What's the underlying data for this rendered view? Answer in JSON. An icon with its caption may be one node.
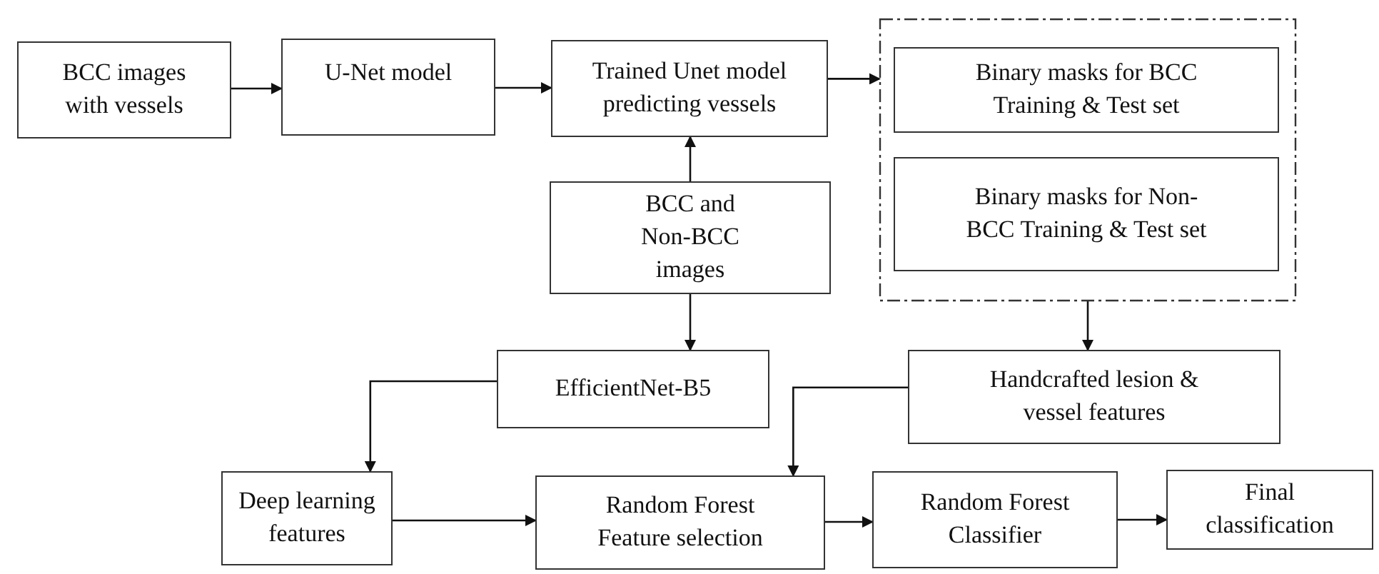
{
  "diagram": {
    "nodes": [
      {
        "text": [
          "BCC images with vessels"
        ]
      },
      {
        "text": [
          "U-Net model"
        ]
      },
      {
        "text": [
          "Trained Unet model predicting vessels"
        ]
      },
      {
        "text": [],
        "shape": "box"
      },
      {
        "text": [
          "Binary masks for BCC Training & Test set"
        ],
        "in": 3
      },
      {
        "text": [
          "Binary masks for Non-BCC Training & Test set"
        ],
        "in": 3
      },
      {
        "text": [
          "BCC and Non-BCC images"
        ]
      },
      {
        "text": [
          "EfficientNet-B5"
        ]
      },
      {
        "text": [
          "Handcrafted lesion & vessel features"
        ]
      },
      {
        "text": [
          "Deep learning features"
        ]
      },
      {
        "text": [
          "Random Forest Feature selection"
        ]
      },
      {
        "text": [
          "Random Forest Classifier"
        ]
      },
      {
        "text": [
          "Final classification"
        ]
      }
    ],
    "edges": [
      {
        "from": 0,
        "to": 1,
        "arrow": "to"
      },
      {
        "from": 1,
        "to": 2,
        "arrow": "to"
      },
      {
        "from": 2,
        "to": 3,
        "arrow": "to"
      },
      {
        "from": 6,
        "to": 2,
        "arrow": "to"
      },
      {
        "from": 6,
        "to": 7,
        "arrow": "to"
      },
      {
        "from": 3,
        "to": 8,
        "arrow": "to"
      },
      {
        "from": 7,
        "to": 9,
        "arrow": "to"
      },
      {
        "from": 8,
        "to": 10,
        "arrow": "to"
      },
      {
        "from": 9,
        "to": 10,
        "arrow": "to"
      },
      {
        "from": 10,
        "to": 11,
        "arrow": "to"
      },
      {
        "from": 11,
        "to": 12,
        "arrow": "to"
      }
    ]
  }
}
